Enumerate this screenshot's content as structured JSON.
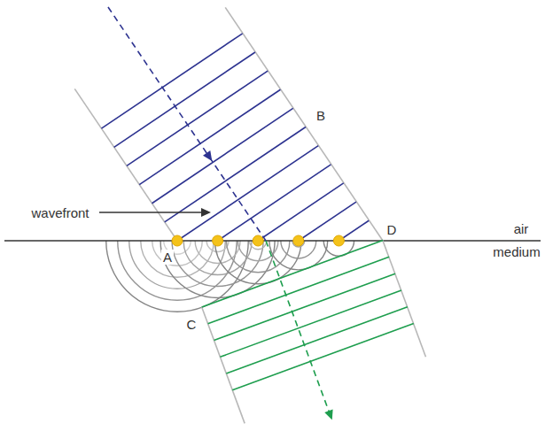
{
  "diagram": {
    "labels": [
      "B",
      "wavefront",
      "A",
      "D",
      "C",
      "air",
      "medium"
    ]
  }
}
